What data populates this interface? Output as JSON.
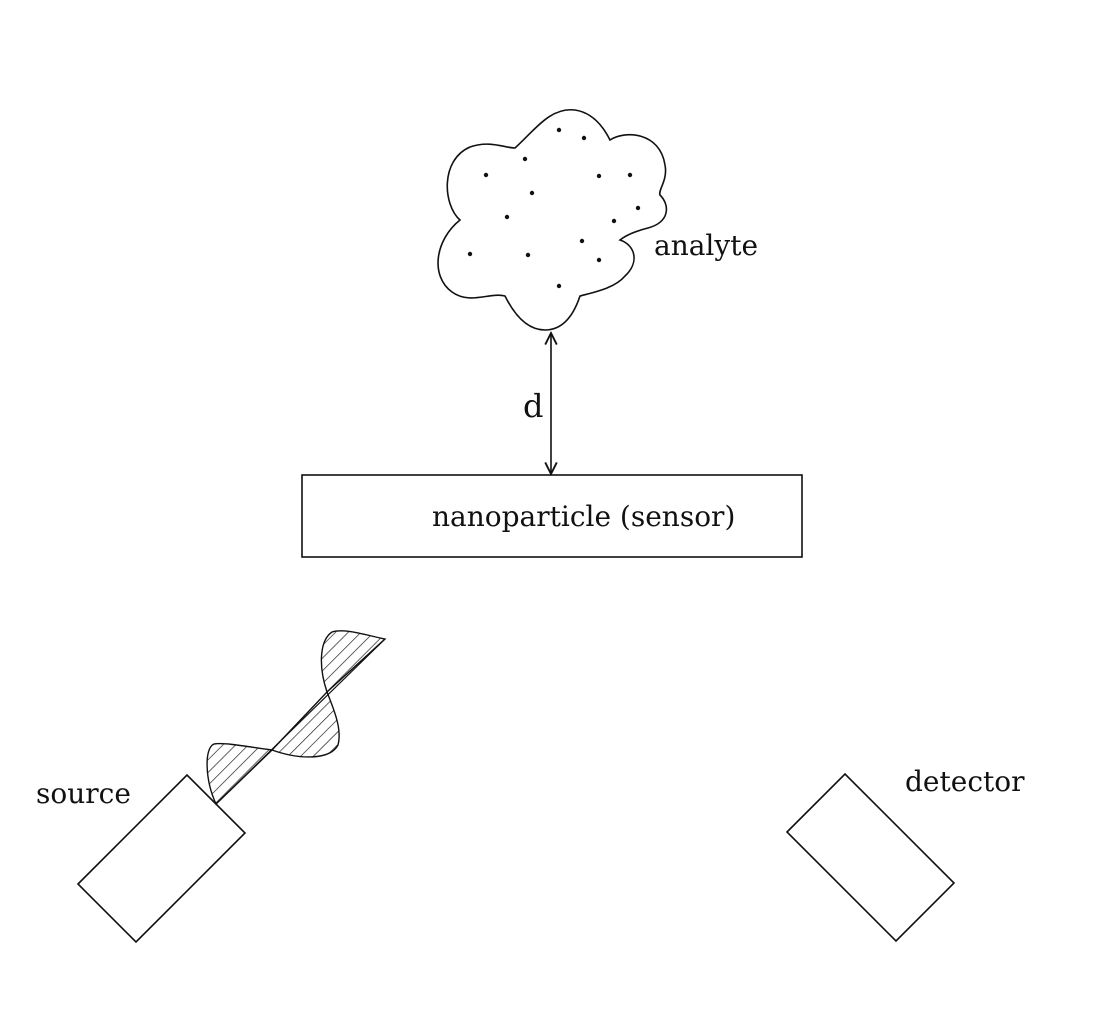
{
  "labels": {
    "analyte": "analyte",
    "distance": "d",
    "sensor": "nanoparticle (sensor)",
    "source": "source",
    "detector": "detector"
  },
  "colors": {
    "stroke": "#111111",
    "background": "#ffffff"
  }
}
